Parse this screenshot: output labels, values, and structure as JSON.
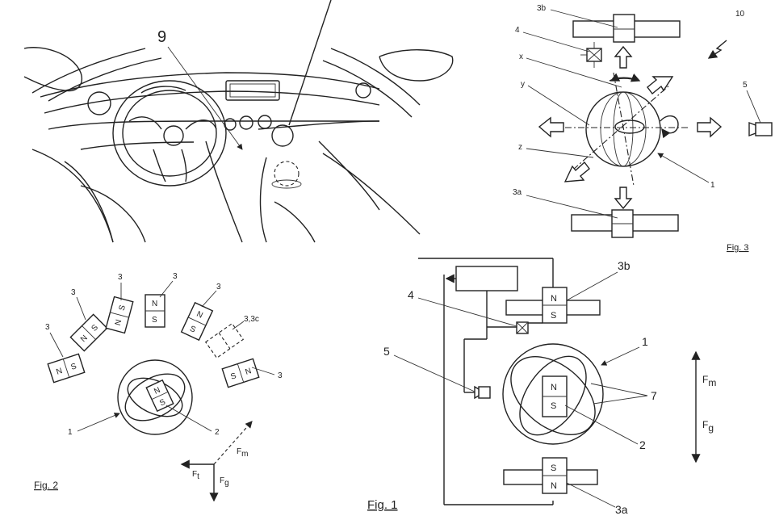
{
  "figures": {
    "fig1": "Fig. 1",
    "fig2": "Fig. 2",
    "fig3": "Fig. 3"
  },
  "cockpit": {
    "ref": "9"
  },
  "fig1": {
    "ref_3b": "3b",
    "ref_4": "4",
    "ref_5": "5",
    "ref_1": "1",
    "ref_7": "7",
    "ref_2": "2",
    "ref_3a": "3a",
    "pole_n": "N",
    "pole_s": "S",
    "force_m": "F",
    "force_m_sub": "m",
    "force_g": "F",
    "force_g_sub": "g"
  },
  "fig2": {
    "ref_3": "3",
    "ref_3c": "3,3c",
    "ref_1": "1",
    "ref_2": "2",
    "pole_n": "N",
    "pole_s": "S",
    "force_m": "F",
    "force_m_sub": "m",
    "force_t": "F",
    "force_t_sub": "t",
    "force_g": "F",
    "force_g_sub": "g"
  },
  "fig3": {
    "ref_3b": "3b",
    "ref_4": "4",
    "ref_x": "x",
    "ref_y": "y",
    "ref_z": "z",
    "ref_3a": "3a",
    "ref_1": "1",
    "ref_5": "5",
    "ref_10": "10"
  }
}
